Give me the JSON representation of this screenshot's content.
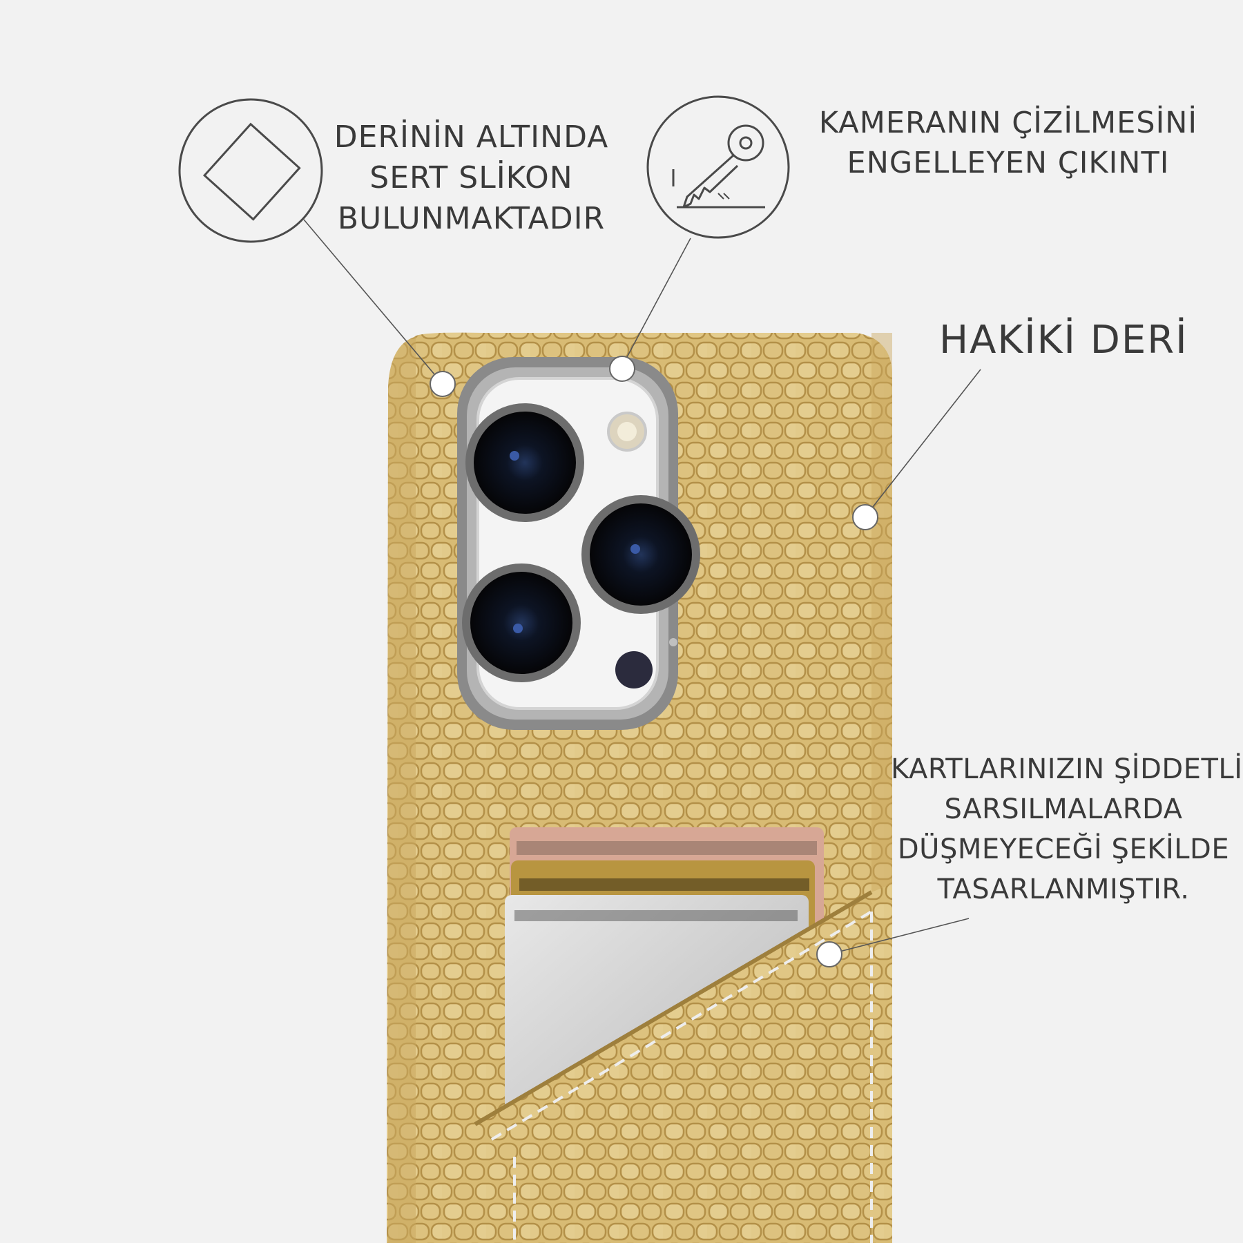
{
  "callouts": {
    "silicone": {
      "lines": [
        "DERİNİN ALTINDA",
        "SERT SLİKON",
        "BULUNMAKTADIR"
      ],
      "icon": "card-outline-icon"
    },
    "camera": {
      "lines": [
        "KAMERANIN ÇİZİLMESİNİ",
        "ENGELLEYEN ÇIKINTI"
      ],
      "icon": "key-scratch-icon"
    },
    "leather": {
      "lines": [
        "HAKİKİ DERİ"
      ]
    },
    "cards": {
      "lines": [
        "KARTLARINIZIN ŞİDDETLİ",
        "SARSILMALARDA",
        "DÜŞMEYECEĞİ ŞEKİLDE",
        "TASARLANMIŞTIR."
      ]
    }
  },
  "colors": {
    "background": "#f2f2f2",
    "leather": "#d9bd77",
    "leather_dark": "#b9974d",
    "camera_frame": "#8c8c8c",
    "text": "#3a3a3a"
  }
}
